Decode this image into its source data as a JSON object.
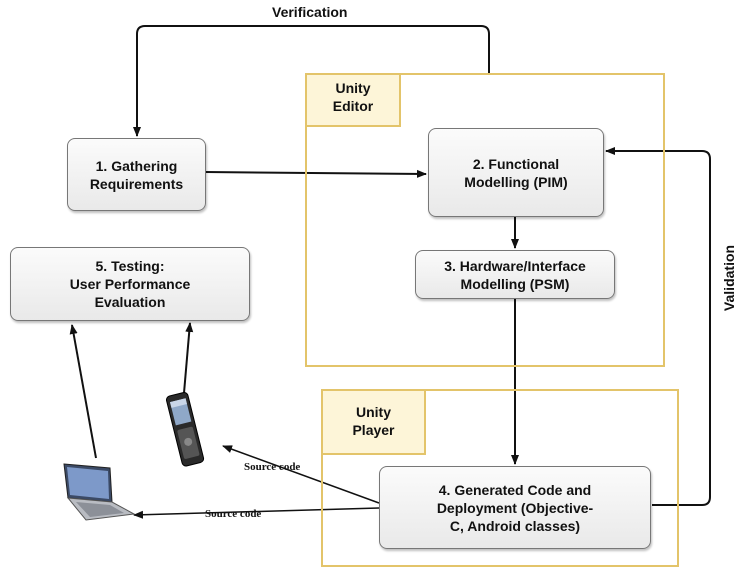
{
  "labels": {
    "verification": "Verification",
    "validation": "Validation",
    "source_code_phone": "Source code",
    "source_code_laptop": "Source code"
  },
  "regions": {
    "editor": "Unity\nEditor",
    "player": "Unity\nPlayer"
  },
  "steps": {
    "gathering": "1. Gathering\nRequirements",
    "functional": "2. Functional\nModelling (PIM)",
    "hardware": "3. Hardware/Interface\nModelling (PSM)",
    "generated": "4. Generated Code and\nDeployment (Objective-\nC, Android classes)",
    "testing": "5. Testing:\nUser Performance\nEvaluation"
  },
  "colors": {
    "region_border": "#e3c46a",
    "region_tab_fill": "#fdf5d8",
    "box_border": "#777777",
    "arrow": "#111111"
  },
  "icons": {
    "phone": "mobile-phone-icon",
    "laptop": "laptop-icon"
  }
}
